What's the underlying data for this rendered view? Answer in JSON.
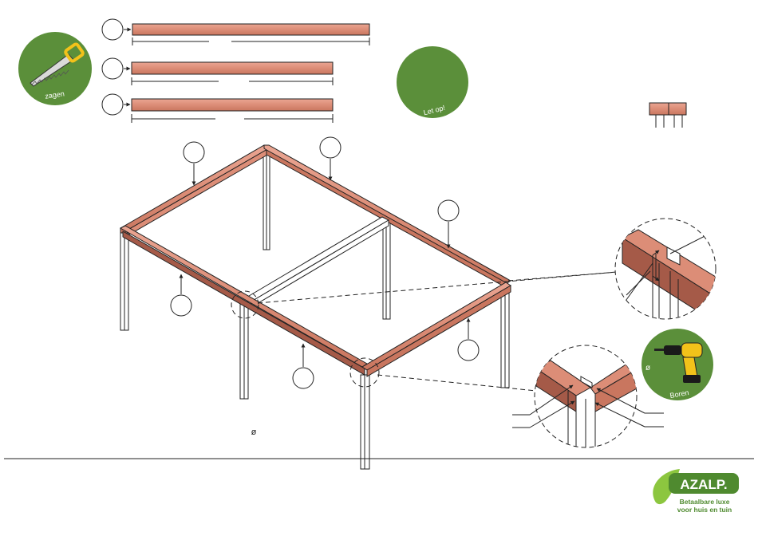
{
  "saw_badge": {
    "label": "zagen",
    "icon": "saw-icon"
  },
  "note_badge": {
    "label": "Let op!"
  },
  "drill_badge": {
    "label": "Boren",
    "diameter_symbol": "ø",
    "icon": "drill-icon"
  },
  "diameter_note": "ø",
  "brand": {
    "name": "AZALP.",
    "tagline_line1": "Betaalbare luxe",
    "tagline_line2": "voor huis en tuin"
  },
  "colors": {
    "badge_green": "#5b8f3a",
    "wood": "#d98a74",
    "wood_dark": "#a55a48",
    "line": "#222222"
  }
}
